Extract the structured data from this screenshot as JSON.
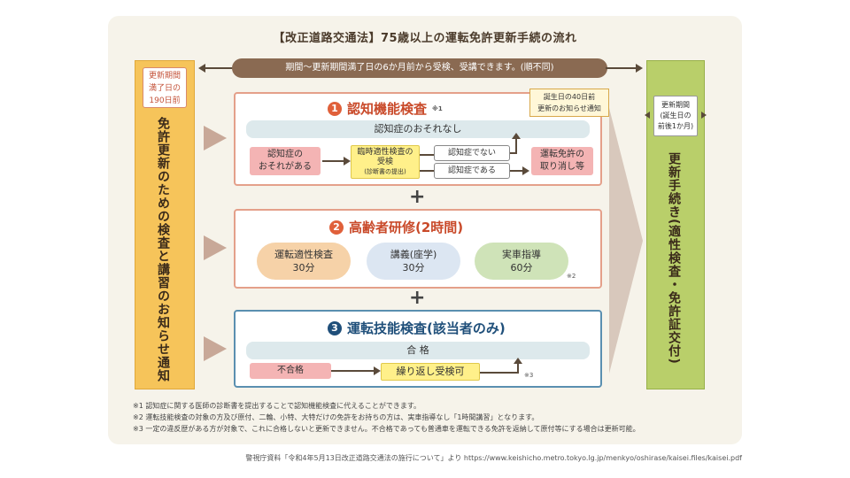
{
  "title": "【改正道路交通法】75歳以上の運転免許更新手続の流れ",
  "period_bar": "期間〜更新期間満了日の6か月前から受検、受講できます。(順不同)",
  "left": {
    "notice": [
      "更新期間",
      "満了日の",
      "190日前"
    ],
    "vertical": "免許更新のための検査と講習のお知らせ通知"
  },
  "right": {
    "notice": [
      "更新期間",
      "(誕生日の",
      "前後1か月)"
    ],
    "vertical": "更新手続き(適性検査・免許証交付)"
  },
  "box1": {
    "num": "1",
    "title": "認知機能検査",
    "sup": "※1",
    "note": [
      "誕生日の40日前",
      "更新のお知らせ通知"
    ],
    "banner": "認知症のおそれなし",
    "suspect": [
      "認知症の",
      "おそれがある"
    ],
    "temp": [
      "臨時適性検査の",
      "受検",
      "(診断書の提出)"
    ],
    "not_dementia": "認知症でない",
    "dementia": "認知症である",
    "revoke": [
      "運転免許の",
      "取り消し等"
    ]
  },
  "plus": "+",
  "box2": {
    "num": "2",
    "title": "高齢者研修(2時間)",
    "items": [
      {
        "label": "運転適性検査",
        "time": "30分",
        "color": "#f6d2a8"
      },
      {
        "label": "講義(座学)",
        "time": "30分",
        "color": "#dce6f2"
      },
      {
        "label": "実車指導",
        "time": "60分",
        "color": "#cfe3b8"
      }
    ],
    "sup": "※2"
  },
  "box3": {
    "num": "3",
    "title": "運転技能検査(該当者のみ)",
    "banner": "合 格",
    "fail": "不合格",
    "retry": "繰り返し受検可",
    "sup": "※3"
  },
  "footnotes": [
    "※1  認知症に関する医師の診断書を提出することで認知機能検査に代えることができます。",
    "※2  運転技能検査の対象の方及び原付、二輪、小特、大特だけの免許をお持ちの方は、実車指導なし「1時間講習」となります。",
    "※3  一定の違反歴がある方が対象で、これに合格しないと更新できません。不合格であっても普通車を運転できる免許を返納して原付等にする場合は更新可能。"
  ],
  "source": "警視庁資料「令和4年5月13日改正道路交通法の施行について」より  https://www.keishicho.metro.tokyo.lg.jp/menkyo/oshirase/kaisei.files/kaisei.pdf"
}
